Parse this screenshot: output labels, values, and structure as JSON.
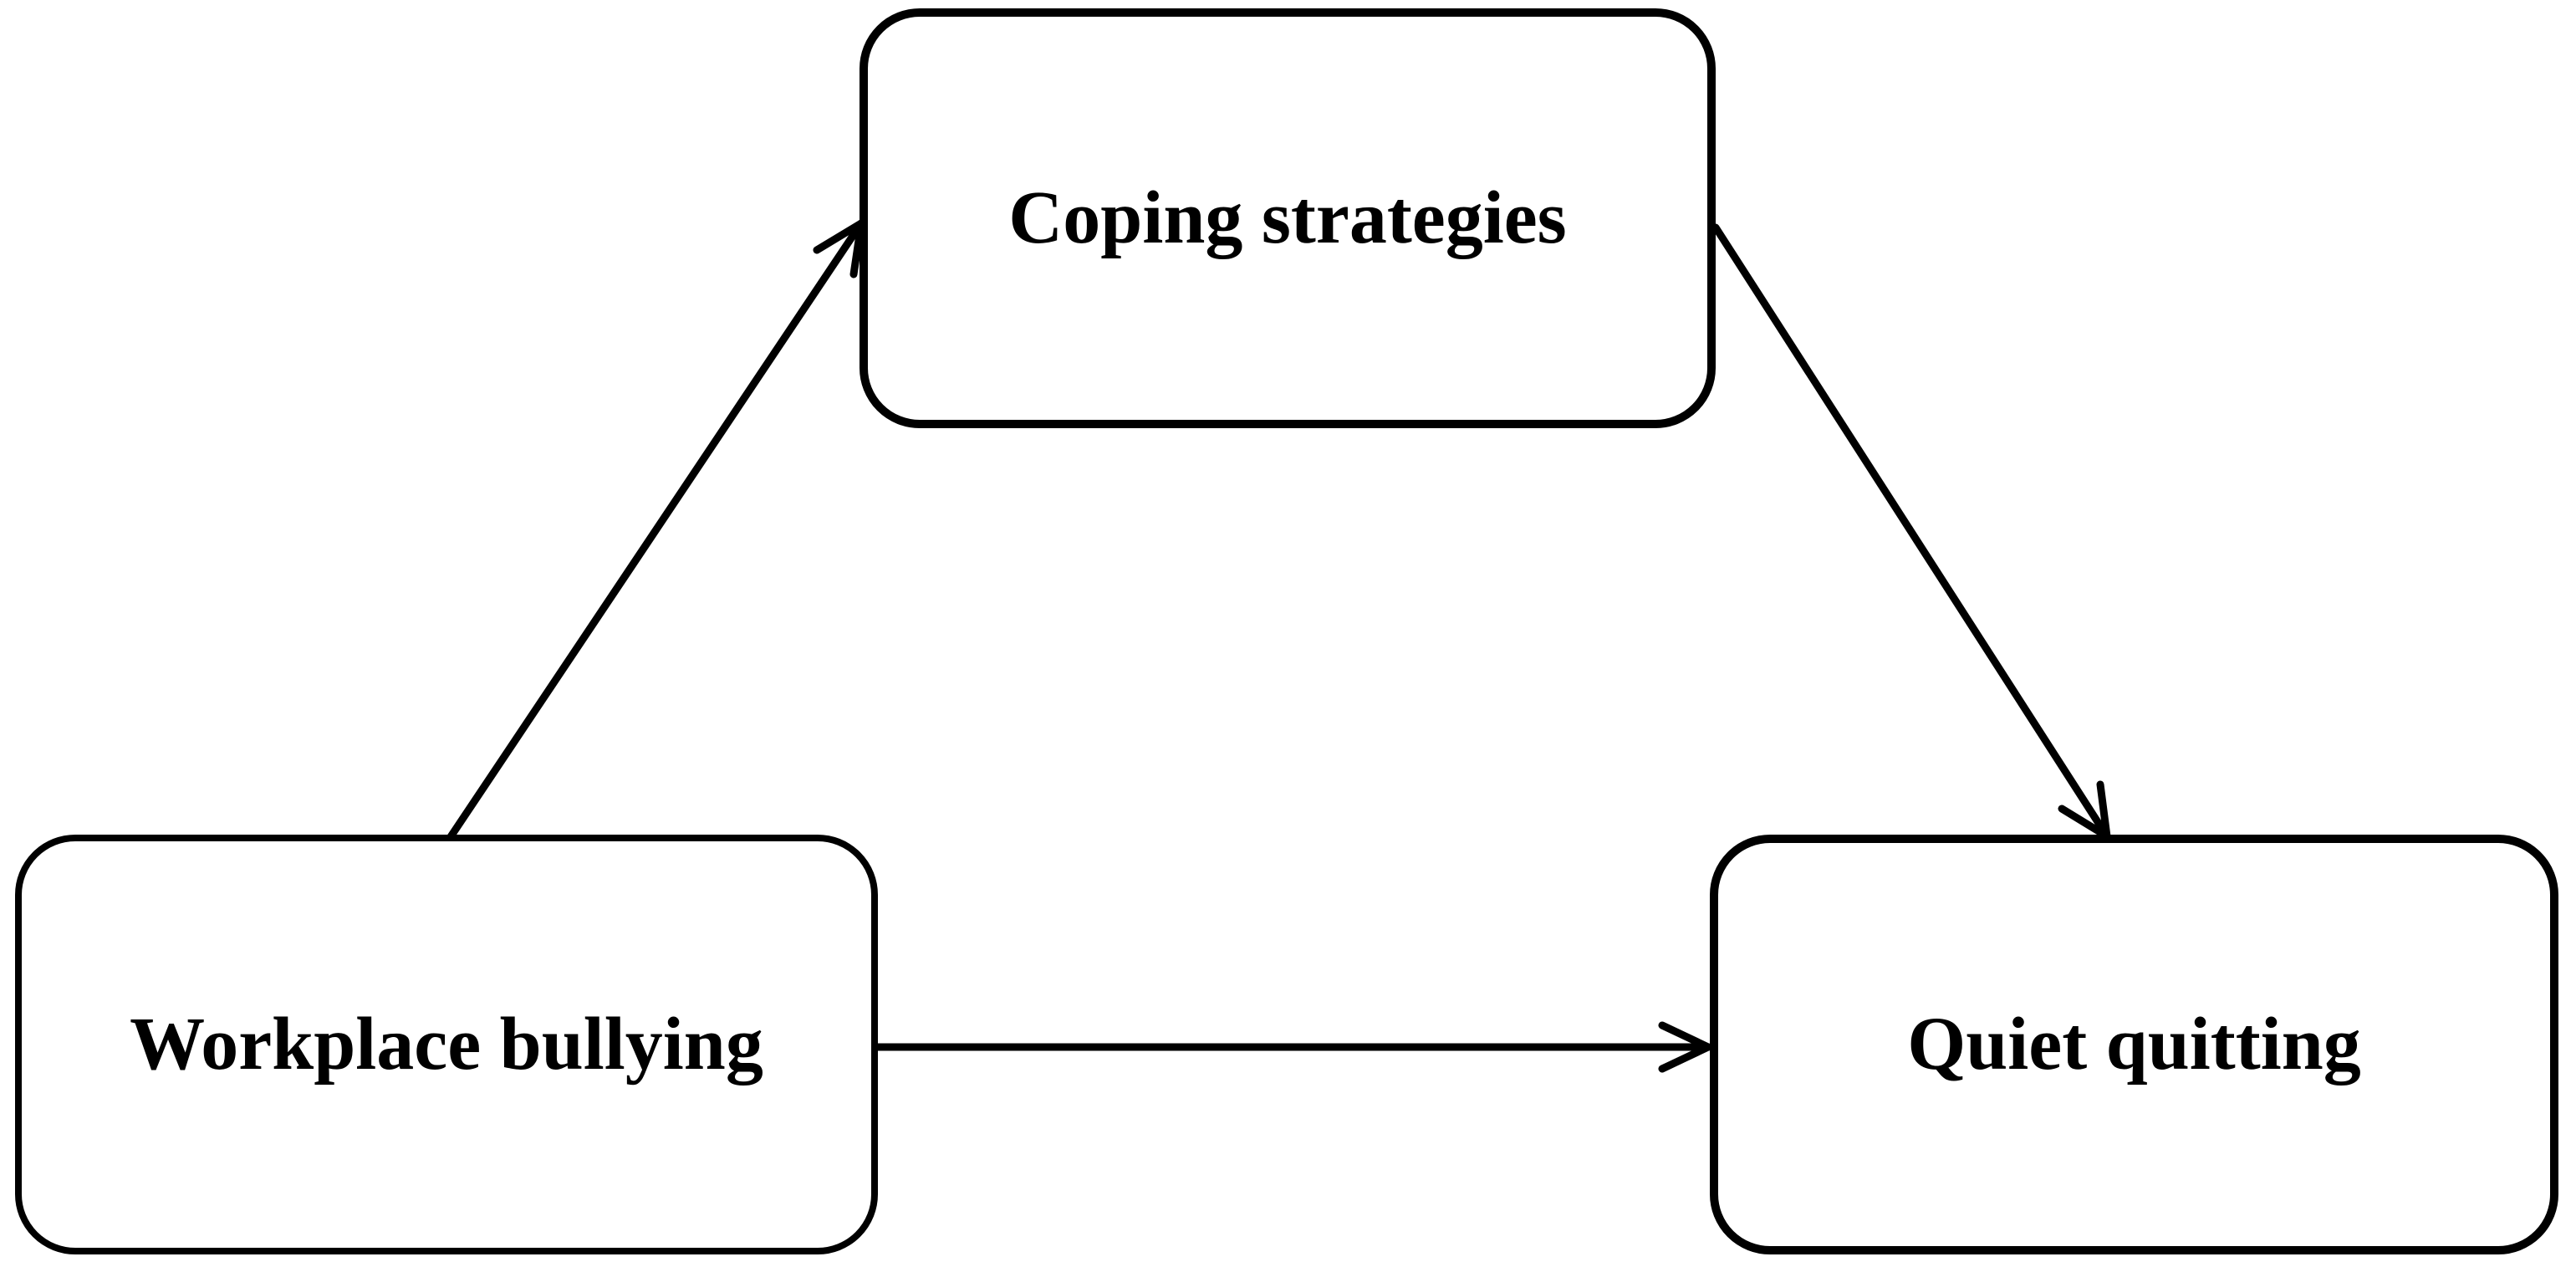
{
  "diagram": {
    "background_color": "#ffffff",
    "stroke_color": "#000000",
    "nodes": [
      {
        "id": "coping-strategies",
        "label": "Coping strategies",
        "position": "top-center"
      },
      {
        "id": "workplace-bullying",
        "label": "Workplace bullying",
        "position": "bottom-left"
      },
      {
        "id": "quiet-quitting",
        "label": "Quiet quitting",
        "position": "bottom-right"
      }
    ],
    "edges": [
      {
        "from": "workplace-bullying",
        "to": "coping-strategies",
        "style": "straight-arrow"
      },
      {
        "from": "coping-strategies",
        "to": "quiet-quitting",
        "style": "straight-arrow"
      },
      {
        "from": "workplace-bullying",
        "to": "quiet-quitting",
        "style": "straight-arrow"
      }
    ]
  }
}
